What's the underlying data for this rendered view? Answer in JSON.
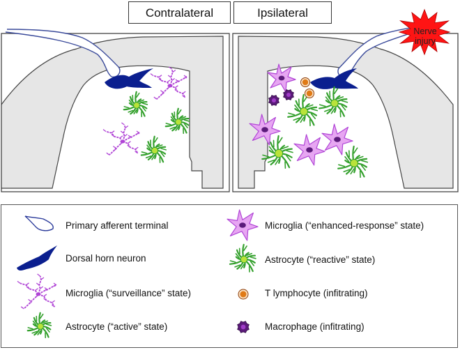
{
  "headers": {
    "contralateral": "Contralateral",
    "ipsilateral": "Ipsilateral"
  },
  "injury_label": "Nerve injury",
  "legend": [
    {
      "icon": "primary-afferent-terminal-icon",
      "label": "Primary afferent terminal"
    },
    {
      "icon": "dorsal-horn-neuron-icon",
      "label": "Dorsal horn neuron"
    },
    {
      "icon": "microglia-surveillance-icon",
      "label": "Microglia (“surveillance” state)"
    },
    {
      "icon": "astrocyte-active-icon",
      "label": "Astrocyte (“active” state)"
    },
    {
      "icon": "microglia-enhanced-icon",
      "label": "Microglia (“enhanced-response” state)"
    },
    {
      "icon": "astrocyte-reactive-icon",
      "label": "Astrocyte (“reactive” state)"
    },
    {
      "icon": "t-lymphocyte-icon",
      "label": "T lymphocyte (infitrating)"
    },
    {
      "icon": "macrophage-icon",
      "label": "Macrophage (infitrating)"
    }
  ],
  "colors": {
    "gray_matter": "#e6e6e6",
    "neuron": "#0b1f8f",
    "microglia_surveillance": "#b044d6",
    "microglia_enhanced": "#e7a6f2",
    "astrocyte": "#33a02c",
    "astrocyte_body": "#b9e33a",
    "t_lymphocyte": "#e07a16",
    "macrophage": "#5b1a7a",
    "injury_star": "#ff1414"
  }
}
